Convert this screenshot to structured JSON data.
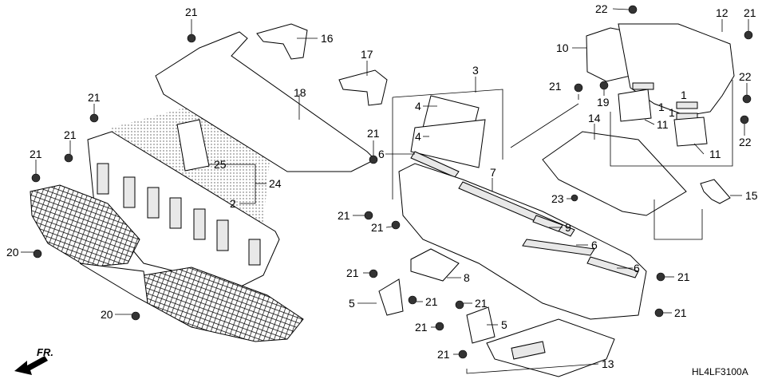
{
  "diagram_code": "HL4LF3100A",
  "direction_label": "FR.",
  "callouts": [
    {
      "id": "c21a",
      "text": "21"
    },
    {
      "id": "c16",
      "text": "16"
    },
    {
      "id": "c17",
      "text": "17"
    },
    {
      "id": "c18",
      "text": "18"
    },
    {
      "id": "c21b",
      "text": "21"
    },
    {
      "id": "c21c",
      "text": "21"
    },
    {
      "id": "c21d",
      "text": "21"
    },
    {
      "id": "c25",
      "text": "25"
    },
    {
      "id": "c24",
      "text": "24"
    },
    {
      "id": "c2",
      "text": "2"
    },
    {
      "id": "c20a",
      "text": "20"
    },
    {
      "id": "c20b",
      "text": "20"
    },
    {
      "id": "c3",
      "text": "3"
    },
    {
      "id": "c4a",
      "text": "4"
    },
    {
      "id": "c4b",
      "text": "4"
    },
    {
      "id": "c6a",
      "text": "6"
    },
    {
      "id": "c21e",
      "text": "21"
    },
    {
      "id": "c7",
      "text": "7"
    },
    {
      "id": "c21f",
      "text": "21"
    },
    {
      "id": "c21g",
      "text": "21"
    },
    {
      "id": "c9",
      "text": "9"
    },
    {
      "id": "c6b",
      "text": "6"
    },
    {
      "id": "c6c",
      "text": "6"
    },
    {
      "id": "c8",
      "text": "8"
    },
    {
      "id": "c21h",
      "text": "21"
    },
    {
      "id": "c5a",
      "text": "5"
    },
    {
      "id": "c21i",
      "text": "21"
    },
    {
      "id": "c21j",
      "text": "21"
    },
    {
      "id": "c21k",
      "text": "21"
    },
    {
      "id": "c5b",
      "text": "5"
    },
    {
      "id": "c21l",
      "text": "21"
    },
    {
      "id": "c13",
      "text": "13"
    },
    {
      "id": "c21m",
      "text": "21"
    },
    {
      "id": "c21n",
      "text": "21"
    },
    {
      "id": "c22a",
      "text": "22"
    },
    {
      "id": "c12",
      "text": "12"
    },
    {
      "id": "c21o",
      "text": "21"
    },
    {
      "id": "c10",
      "text": "10"
    },
    {
      "id": "c22b",
      "text": "22"
    },
    {
      "id": "c21p",
      "text": "21"
    },
    {
      "id": "c19",
      "text": "19"
    },
    {
      "id": "c1a",
      "text": "1"
    },
    {
      "id": "c1b",
      "text": "1"
    },
    {
      "id": "c1c",
      "text": "1"
    },
    {
      "id": "c11a",
      "text": "11"
    },
    {
      "id": "c22c",
      "text": "22"
    },
    {
      "id": "c11b",
      "text": "11"
    },
    {
      "id": "c14",
      "text": "14"
    },
    {
      "id": "c23",
      "text": "23"
    },
    {
      "id": "c15",
      "text": "15"
    }
  ]
}
